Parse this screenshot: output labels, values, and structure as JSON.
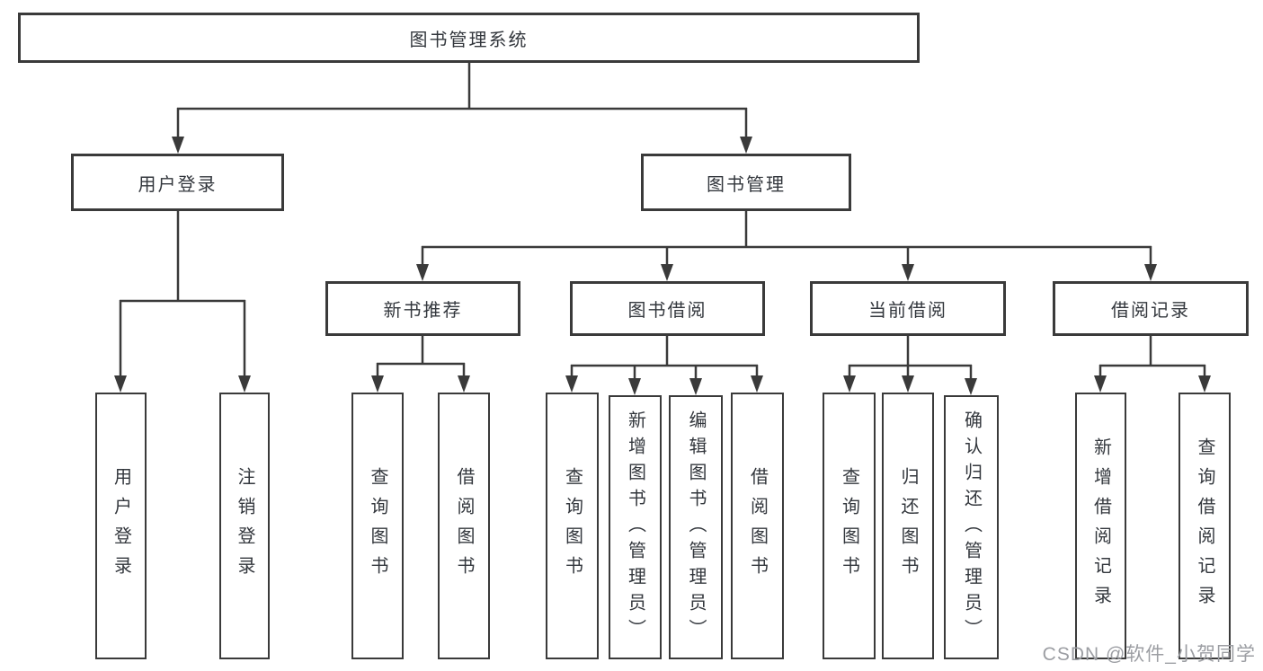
{
  "diagram": {
    "root": "图书管理系统",
    "level2": [
      "用户登录",
      "图书管理"
    ],
    "level3": [
      "新书推荐",
      "图书借阅",
      "当前借阅",
      "借阅记录"
    ],
    "leaves": {
      "user_login": [
        "用户登录",
        "注销登录"
      ],
      "new_book_recommend": [
        "查询图书",
        "借阅图书"
      ],
      "book_borrow": [
        "查询图书",
        "新增图书（管理员）",
        "编辑图书（管理员）",
        "借阅图书"
      ],
      "current_borrow": [
        "查询图书",
        "归还图书",
        "确认归还（管理员）"
      ],
      "borrow_record": [
        "新增借阅记录",
        "查询借阅记录"
      ]
    }
  },
  "watermark": "CSDN @软件_小贺同学",
  "colors": {
    "line": "#3a3a3a",
    "box_border": "#3a3a3a",
    "text": "#33373d",
    "watermark": "#9c9ea3",
    "background": "#ffffff"
  }
}
